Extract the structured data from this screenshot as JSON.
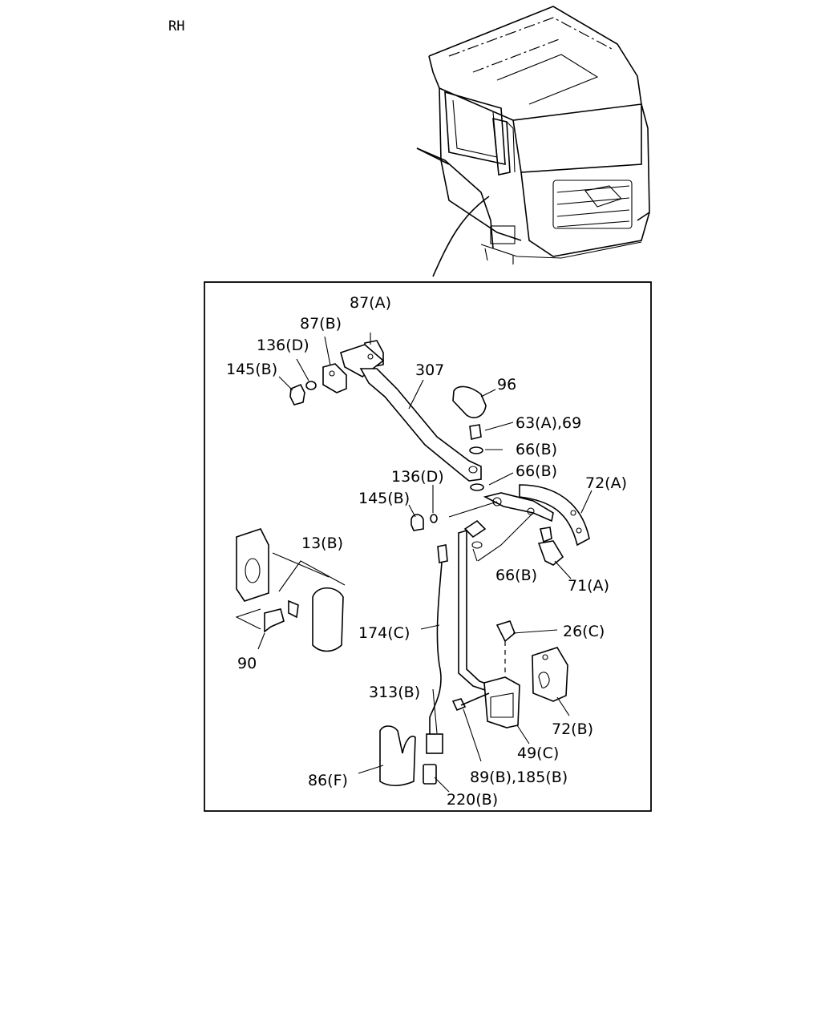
{
  "side_label": "RH",
  "callouts": {
    "c87a": "87(A)",
    "c87b": "87(B)",
    "c136d_top": "136(D)",
    "c145b_top": "145(B)",
    "c307": "307",
    "c96": "96",
    "c63a69": "63(A),69",
    "c66b_1": "66(B)",
    "c66b_2": "66(B)",
    "c72a": "72(A)",
    "c136d_mid": "136(D)",
    "c145b_mid": "145(B)",
    "c13b": "13(B)",
    "c66b_3": "66(B)",
    "c71a": "71(A)",
    "c174c": "174(C)",
    "c26c": "26(C)",
    "c90": "90",
    "c313b": "313(B)",
    "c72b": "72(B)",
    "c49c": "49(C)",
    "c86f": "86(F)",
    "c89b185b": "89(B),185(B)",
    "c220b": "220(B)"
  }
}
